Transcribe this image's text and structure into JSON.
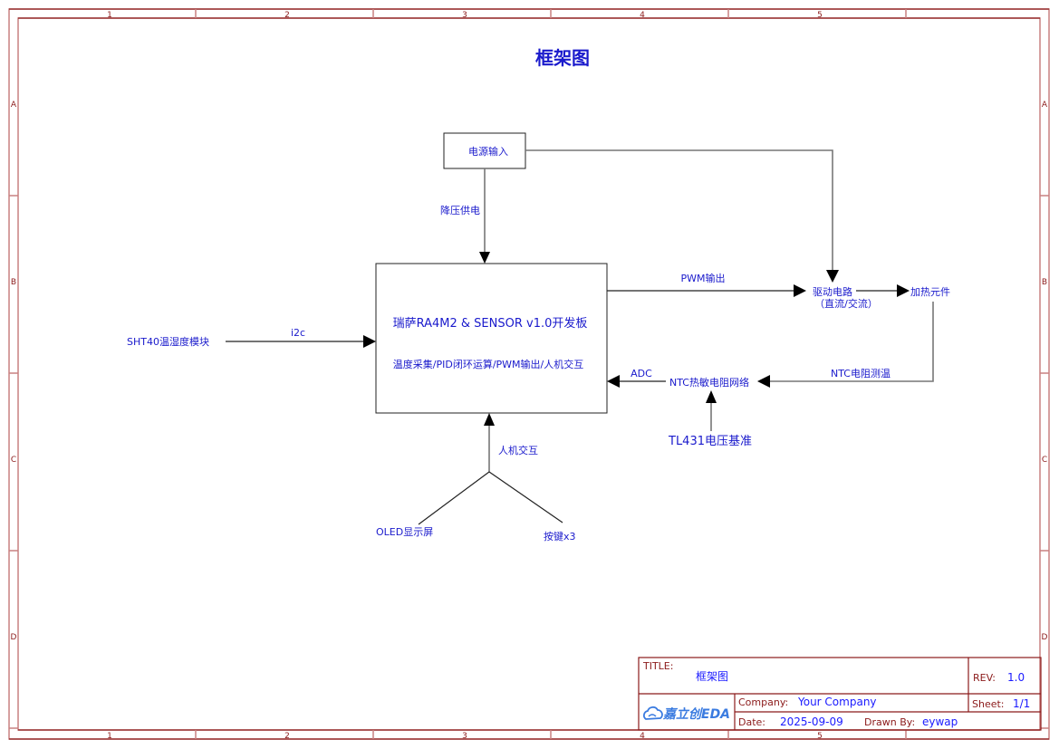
{
  "sheet": {
    "title": "框架图",
    "col_zones": [
      "1",
      "2",
      "3",
      "4",
      "5"
    ],
    "row_zones": [
      "A",
      "B",
      "C",
      "D"
    ],
    "colors": {
      "frame": "#8b1a1a",
      "text": "#1a1acc",
      "line": "#222222"
    }
  },
  "diagram": {
    "power_input": "电源输入",
    "step_down_label": "降压供电",
    "mcu_title": "瑞萨RA4M2 & SENSOR v1.0开发板",
    "mcu_subtitle": "温度采集/PID闭环运算/PWM输出/人机交互",
    "sensor_module": "SHT40温湿度模块",
    "i2c_label": "i2c",
    "pwm_label": "PWM输出",
    "driver_line1": "驱动电路",
    "driver_line2": "（直流/交流）",
    "heater": "加热元件",
    "ntc_measure_label": "NTC电阻测温",
    "ntc_network": "NTC热敏电阻网络",
    "adc_label": "ADC",
    "reference": "TL431电压基准",
    "hmi_label": "人机交互",
    "oled": "OLED显示屏",
    "keys": "按键x3"
  },
  "title_block": {
    "title_label": "TITLE:",
    "title_value": "框架图",
    "rev_label": "REV:",
    "rev_value": "1.0",
    "company_label": "Company:",
    "company_value": "Your Company",
    "sheet_label": "Sheet:",
    "sheet_value": "1/1",
    "date_label": "Date:",
    "date_value": "2025-09-09",
    "drawn_by_label": "Drawn By:",
    "drawn_by_value": "eywap",
    "logo_text": "嘉立创EDA",
    "logo_icon": "cloud-icon"
  }
}
